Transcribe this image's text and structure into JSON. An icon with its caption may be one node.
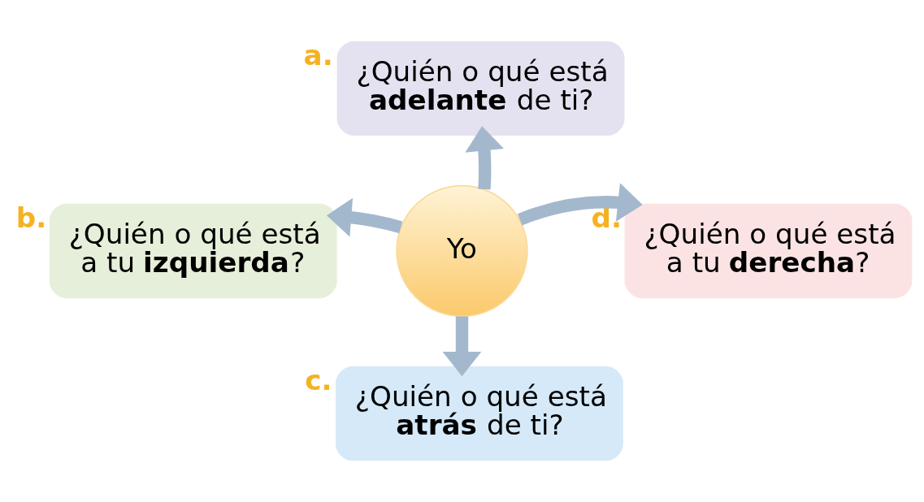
{
  "diagram": {
    "nodes": [
      {
        "text": [
          "¿Quién o qué está **adelante** de ti?"
        ],
        "beside": [
          "a."
        ]
      },
      {
        "text": [
          "¿Quién o qué está a tu **izquierda**?"
        ],
        "beside": [
          "b."
        ]
      },
      {
        "text": [
          "Yo"
        ]
      },
      {
        "text": [
          "¿Quién o qué está a tu **derecha**?"
        ],
        "beside": [
          "d."
        ]
      },
      {
        "text": [
          "¿Quién o qué está **atrás** de ti?"
        ],
        "beside": [
          "c."
        ]
      }
    ],
    "edges": [
      {
        "from": 2,
        "to": 0,
        "arrow": "to"
      },
      {
        "from": 2,
        "to": 1,
        "arrow": "to"
      },
      {
        "from": 2,
        "to": 3,
        "arrow": "to"
      },
      {
        "from": 2,
        "to": 4,
        "arrow": "to"
      }
    ]
  }
}
